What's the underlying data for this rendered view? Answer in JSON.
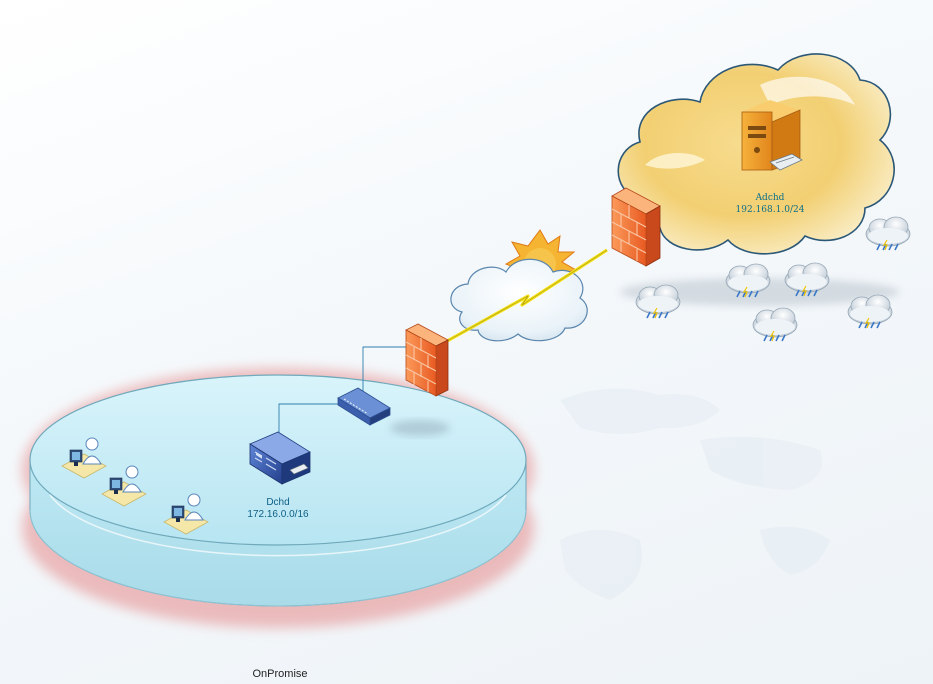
{
  "cloud_site": {
    "name": "Adchd",
    "subnet": "192.168.1.0/24"
  },
  "onprem_site": {
    "name": "Dchd",
    "subnet": "172.16.0.0/16",
    "caption": "OnPromise"
  },
  "icons": {
    "cloud_server": "tower-server-icon",
    "onprem_server": "rack-server-icon",
    "switch": "network-switch-icon",
    "firewall": "brick-firewall-icon",
    "link": "lightning-link-icon",
    "weather": "storm-cloud-icon",
    "workstation": "user-workstation-icon"
  },
  "colors": {
    "platform_glow": "#e58a8a",
    "platform_fill": "#c9eef7",
    "cloud_fill": "#f3d27a",
    "firewall": "#f06a2c",
    "link": "#f7e21a"
  }
}
